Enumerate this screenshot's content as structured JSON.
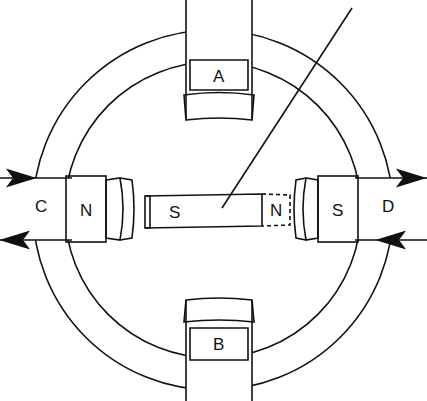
{
  "diagram": {
    "labels": [
      "A",
      "C",
      "N",
      "S",
      "N",
      "S",
      "D",
      "B"
    ]
  }
}
